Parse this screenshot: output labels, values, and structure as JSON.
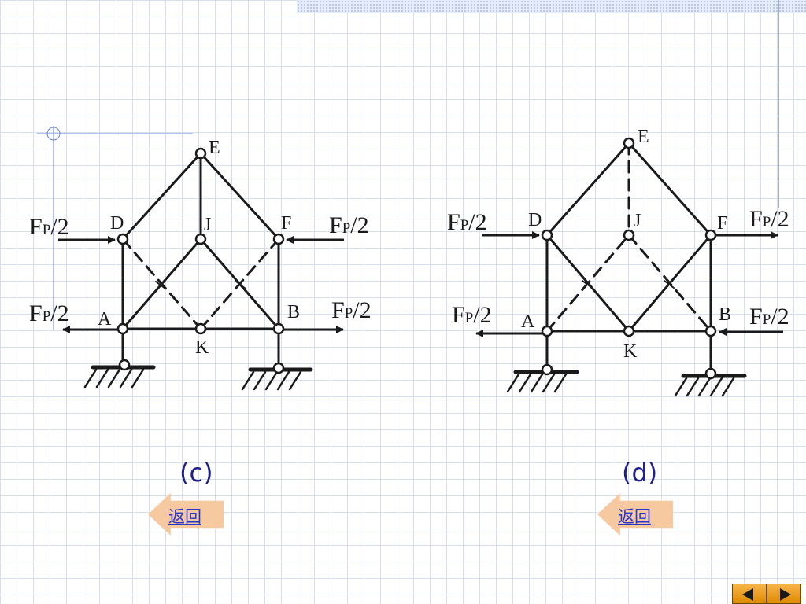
{
  "diagrams": [
    {
      "caption": "(c)",
      "node_labels": {
        "E": "E",
        "D": "D",
        "J": "J",
        "F": "F",
        "A": "A",
        "B": "B",
        "K": "K"
      },
      "force_labels": [
        {
          "main": "F",
          "sub": "P",
          "tail": "/2"
        },
        {
          "main": "F",
          "sub": "P",
          "tail": "/2"
        },
        {
          "main": "F",
          "sub": "P",
          "tail": "/2"
        },
        {
          "main": "F",
          "sub": "P",
          "tail": "/2"
        }
      ],
      "back_label": "返回"
    },
    {
      "caption": "(d)",
      "node_labels": {
        "E": "E",
        "D": "D",
        "J": "J",
        "F": "F",
        "A": "A",
        "B": "B",
        "K": "K"
      },
      "force_labels": [
        {
          "main": "F",
          "sub": "P",
          "tail": "/2"
        },
        {
          "main": "F",
          "sub": "P",
          "tail": "/2"
        },
        {
          "main": "F",
          "sub": "P",
          "tail": "/2"
        },
        {
          "main": "F",
          "sub": "P",
          "tail": "/2"
        }
      ],
      "back_label": "返回"
    }
  ],
  "icons": {
    "crosshair": "crosshair-icon",
    "prev": "triangle-left-icon",
    "next": "triangle-right-icon"
  },
  "colors": {
    "grid": "#d7deee",
    "member": "#1a1a1a",
    "caption": "#20208a",
    "link": "#2a35c9",
    "back_arrow": "#f6c9a0",
    "nav": "#e08a00"
  }
}
